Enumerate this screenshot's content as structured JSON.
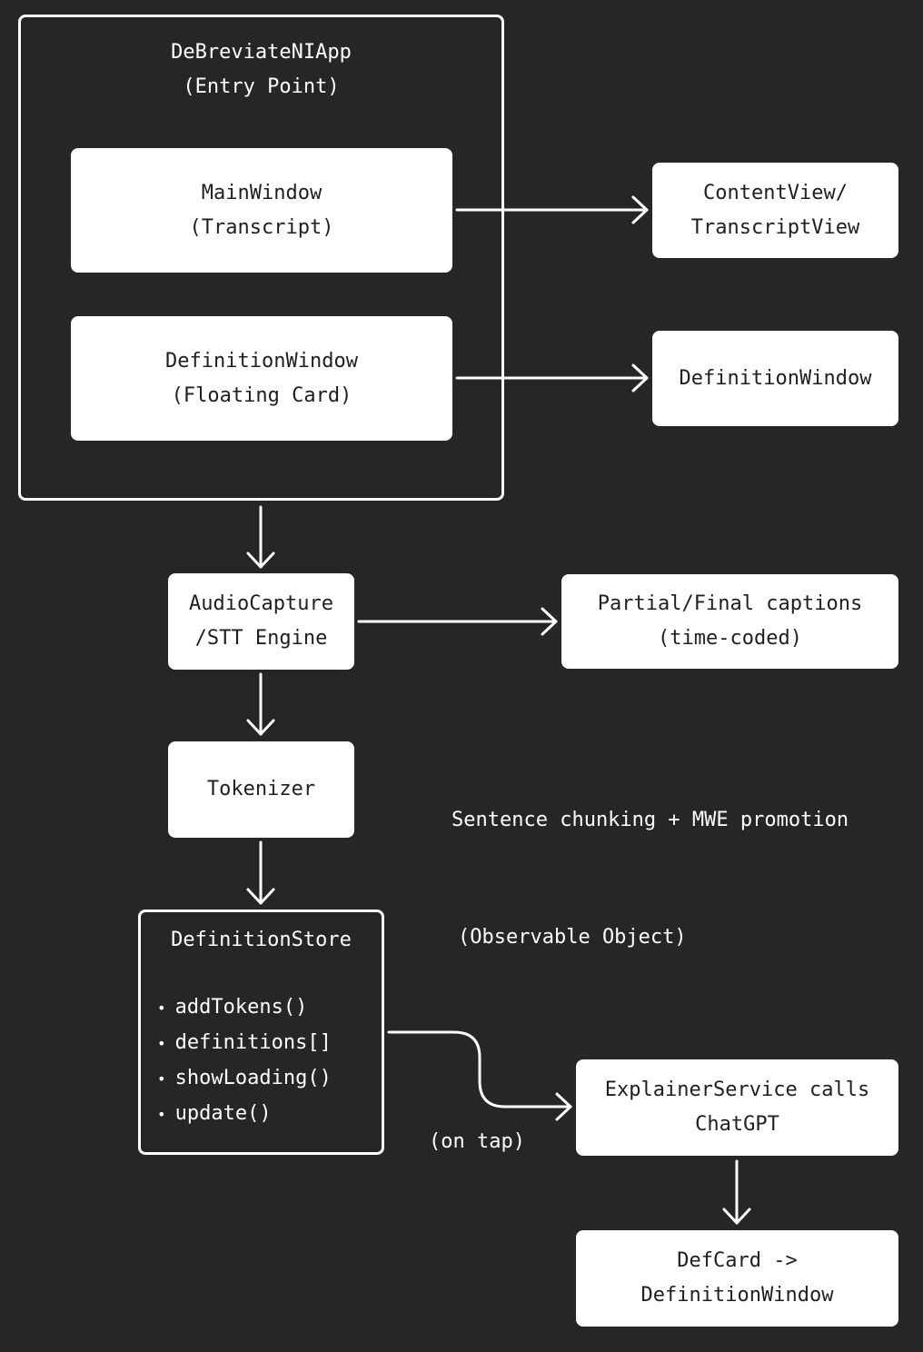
{
  "app": {
    "title_line1": "DeBreviateNIApp",
    "title_line2": "(Entry Point)"
  },
  "main_window": {
    "line1": "MainWindow",
    "line2": "(Transcript)"
  },
  "definition_window_card": {
    "line1": "DefinitionWindow",
    "line2": "(Floating Card)"
  },
  "content_view": {
    "line1": "ContentView/",
    "line2": "TranscriptView"
  },
  "definition_window_target": {
    "line1": "DefinitionWindow"
  },
  "audio_capture": {
    "line1": "AudioCapture",
    "line2": "/STT Engine"
  },
  "captions": {
    "line1": "Partial/Final captions",
    "line2": "(time-coded)"
  },
  "tokenizer": {
    "line1": "Tokenizer"
  },
  "sentence_note": "Sentence chunking + MWE promotion",
  "definition_store": {
    "title": "DefinitionStore",
    "items": [
      "addTokens()",
      "definitions[]",
      "showLoading()",
      "update()"
    ],
    "bullet": "•"
  },
  "observable_note": "(Observable Object)",
  "on_tap_note": "(on tap)",
  "explainer": {
    "line1": "ExplainerService calls",
    "line2": "ChatGPT"
  },
  "def_card": {
    "line1": "DefCard ->",
    "line2": "DefinitionWindow"
  },
  "colors": {
    "background": "#262626",
    "box_fill": "#ffffff",
    "box_text": "#1f1f1f",
    "line": "#ffffff"
  }
}
